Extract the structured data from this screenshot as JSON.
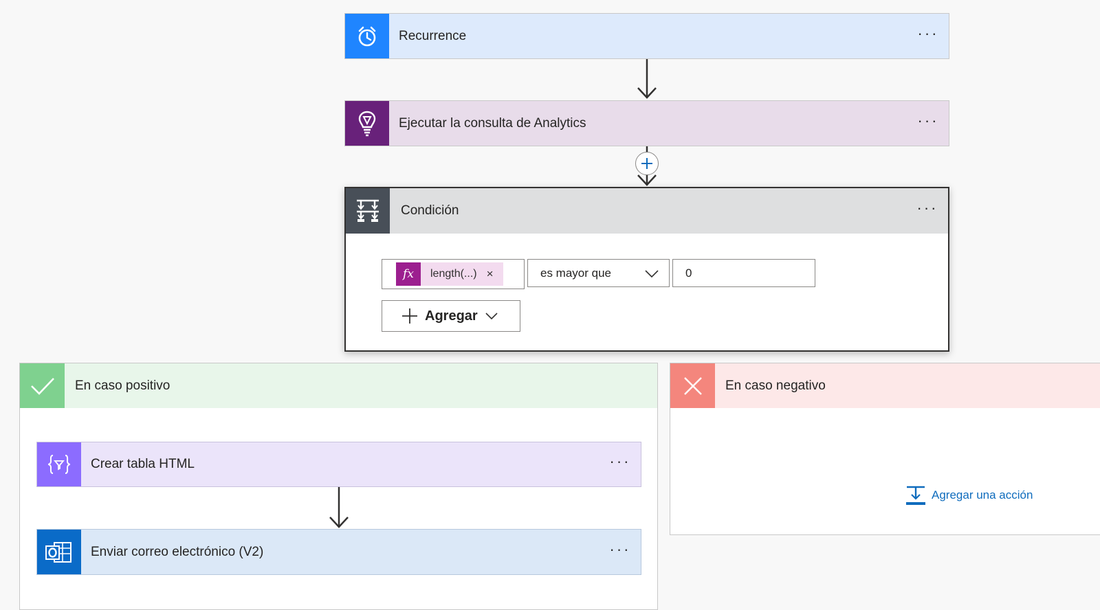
{
  "steps": {
    "recurrence": {
      "title": "Recurrence",
      "more": "···",
      "color": "#ddeafc",
      "icon": "alarm-clock-icon"
    },
    "analytics": {
      "title": "Ejecutar la consulta de Analytics",
      "more": "···",
      "color": "#e8dcea",
      "icon": "lightbulb-icon"
    },
    "condition": {
      "title": "Condición",
      "more": "···",
      "icon": "condition-icon",
      "expression_token": "length(...)",
      "token_remove": "×",
      "operator": "es mayor que",
      "value": "0",
      "add_button": "Agregar"
    }
  },
  "insert_step_icon": "plus-circle-icon",
  "branches": {
    "yes": {
      "title": "En caso positivo",
      "color": "#e8f6ea",
      "accent": "#7fd18f",
      "actions": [
        {
          "title": "Crear tabla HTML",
          "more": "···",
          "icon": "data-operation-icon"
        },
        {
          "title": "Enviar correo electrónico (V2)",
          "more": "···",
          "icon": "outlook-icon"
        }
      ]
    },
    "no": {
      "title": "En caso negativo",
      "color": "#fde8e8",
      "accent": "#f4867d",
      "add_action": "Agregar una acción"
    }
  }
}
